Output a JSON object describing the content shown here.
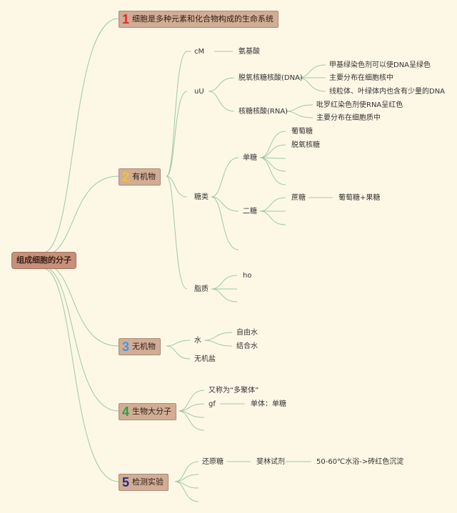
{
  "colors": {
    "background": "#fdf8e6",
    "line": "#9fc7a7",
    "root_bg": "#c8907a",
    "branch_bg": "#d2ad95",
    "num1": "#e02a2a",
    "num2": "#f1c232",
    "num3": "#3d9be0",
    "num4": "#2ea043",
    "num5": "#1f2f86"
  },
  "root": "组成细胞的分子",
  "branches": [
    {
      "num": "1",
      "label": "细胞是多种元素和化合物构成的生命系统"
    },
    {
      "num": "2",
      "label": "有机物"
    },
    {
      "num": "3",
      "label": "无机物"
    },
    {
      "num": "4",
      "label": "生物大分子"
    },
    {
      "num": "5",
      "label": "检测实验"
    }
  ],
  "organic": {
    "cm": {
      "label": "cM",
      "child": "氨基酸"
    },
    "uu": {
      "label": "uU",
      "dna": {
        "label": "脱氧核糖核酸(DNA)",
        "items": [
          "甲基绿染色剂可以使DNA呈绿色",
          "主要分布在细胞核中",
          "线粒体、叶绿体内也含有少量的DNA"
        ]
      },
      "rna": {
        "label": "核糖核酸(RNA)",
        "items": [
          "吡罗红染色剂使RNA呈红色",
          "主要分布在细胞质中"
        ]
      }
    },
    "sugar": {
      "label": "糖类",
      "mono": {
        "label": "单糖",
        "items": [
          "葡萄糖",
          "脱氧核糖"
        ]
      },
      "di": {
        "label": "二糖",
        "item": "蔗糖",
        "item_child": "葡萄糖+果糖"
      }
    },
    "lipid": {
      "label": "脂质",
      "child": "ho"
    }
  },
  "inorganic": {
    "water": {
      "label": "水",
      "items": [
        "自由水",
        "结合水"
      ]
    },
    "salt": "无机盐"
  },
  "macro": {
    "alias": "又称为“多聚体”",
    "gf": {
      "label": "gf",
      "child": "单体：单糖"
    }
  },
  "experiment": {
    "reducing": {
      "label": "还原糖",
      "reagent": "斐林试剂",
      "result": "50-60℃水浴->砖红色沉淀"
    }
  }
}
